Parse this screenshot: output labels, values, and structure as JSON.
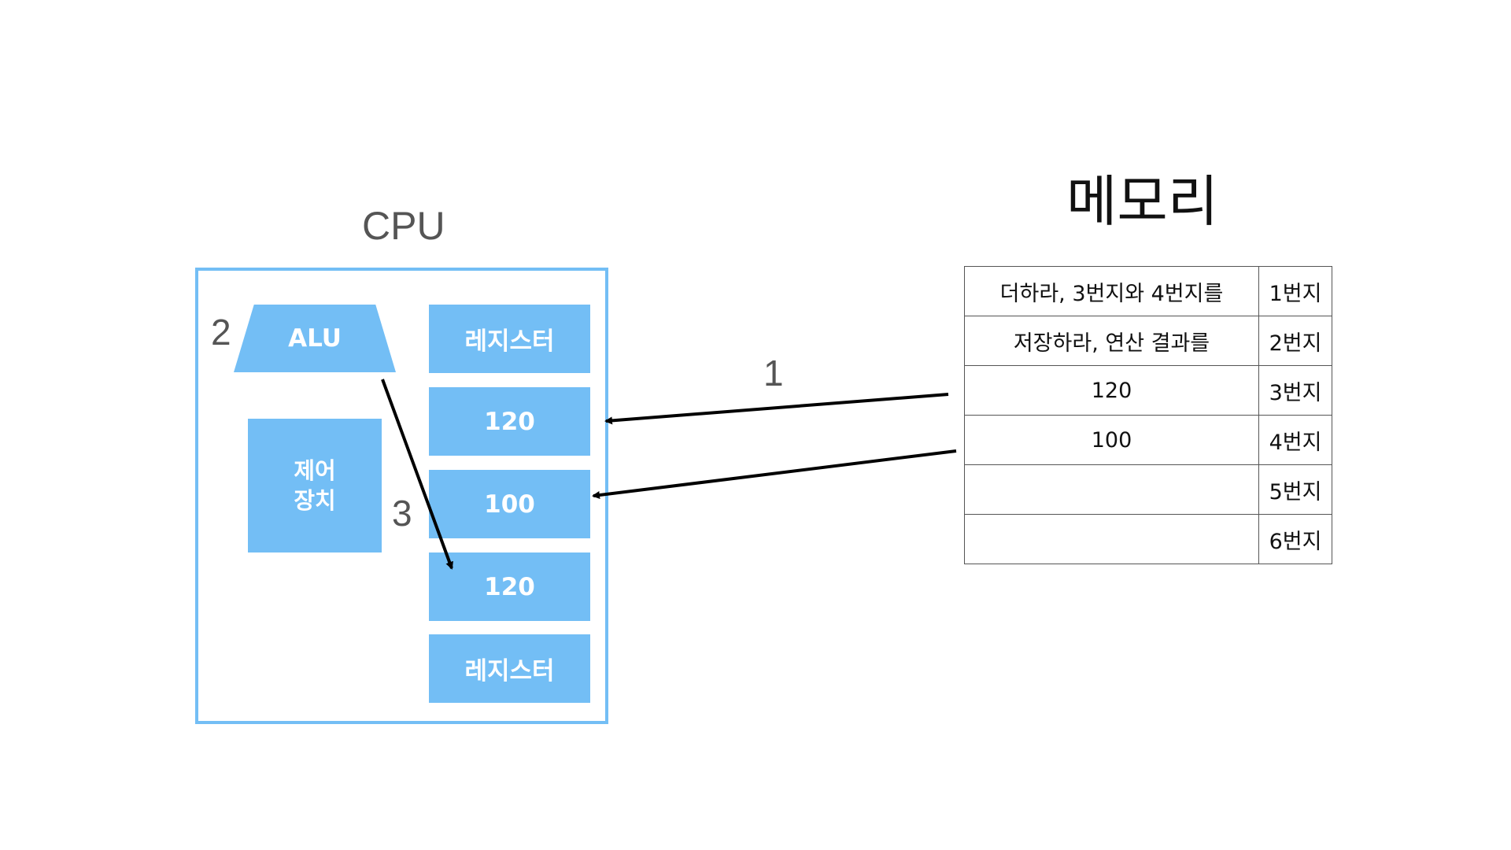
{
  "cpu": {
    "title": "CPU",
    "alu": "ALU",
    "control": {
      "line1": "제어",
      "line2": "장치"
    },
    "registers": [
      "레지스터",
      "120",
      "100",
      "120",
      "레지스터"
    ],
    "step_labels": {
      "alu_step": "2",
      "result_step": "3"
    }
  },
  "memory": {
    "title": "메모리",
    "rows": [
      {
        "content": "더하라, 3번지와 4번지를",
        "address": "1번지"
      },
      {
        "content": "저장하라, 연산 결과를",
        "address": "2번지"
      },
      {
        "content": "120",
        "address": "3번지"
      },
      {
        "content": "100",
        "address": "4번지"
      },
      {
        "content": "",
        "address": "5번지"
      },
      {
        "content": "",
        "address": "6번지"
      }
    ]
  },
  "flow": {
    "load_step": "1"
  },
  "colors": {
    "block_fill": "#73BEF5",
    "cpu_border": "#73BEF5",
    "arrow": "#000000",
    "label_gray": "#555555"
  }
}
